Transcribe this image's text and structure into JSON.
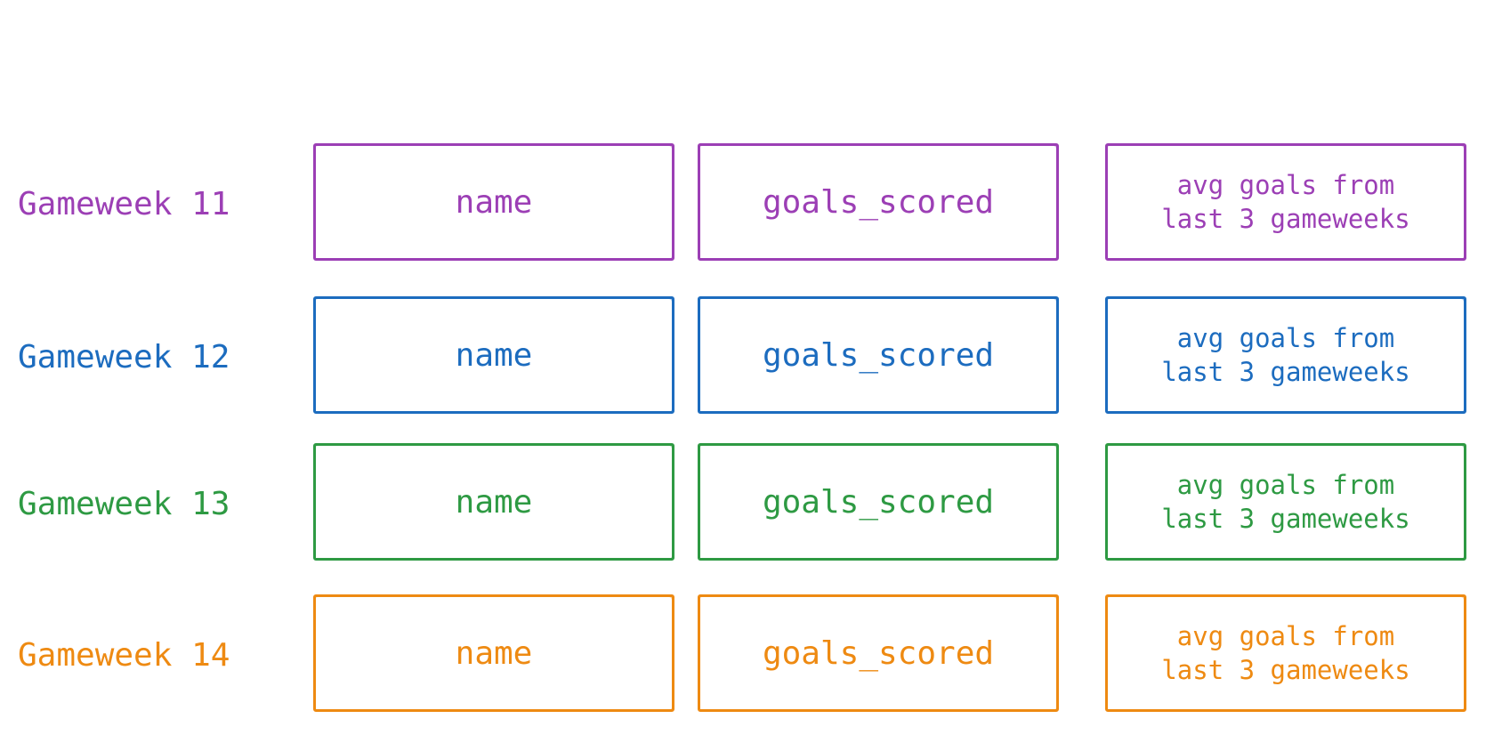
{
  "rows": [
    {
      "label": "Gameweek 11",
      "color": "#9c3fb5",
      "name": "name",
      "goals": "goals_scored",
      "avg_line1": "avg goals from",
      "avg_line2": "last 3 gameweeks"
    },
    {
      "label": "Gameweek 12",
      "color": "#1c6cbf",
      "name": "name",
      "goals": "goals_scored",
      "avg_line1": "avg goals from",
      "avg_line2": "last 3 gameweeks"
    },
    {
      "label": "Gameweek 13",
      "color": "#2e9a43",
      "name": "name",
      "goals": "goals_scored",
      "avg_line1": "avg goals from",
      "avg_line2": "last 3 gameweeks"
    },
    {
      "label": "Gameweek 14",
      "color": "#ee8a12",
      "name": "name",
      "goals": "goals_scored",
      "avg_line1": "avg goals from",
      "avg_line2": "last 3 gameweeks"
    }
  ]
}
